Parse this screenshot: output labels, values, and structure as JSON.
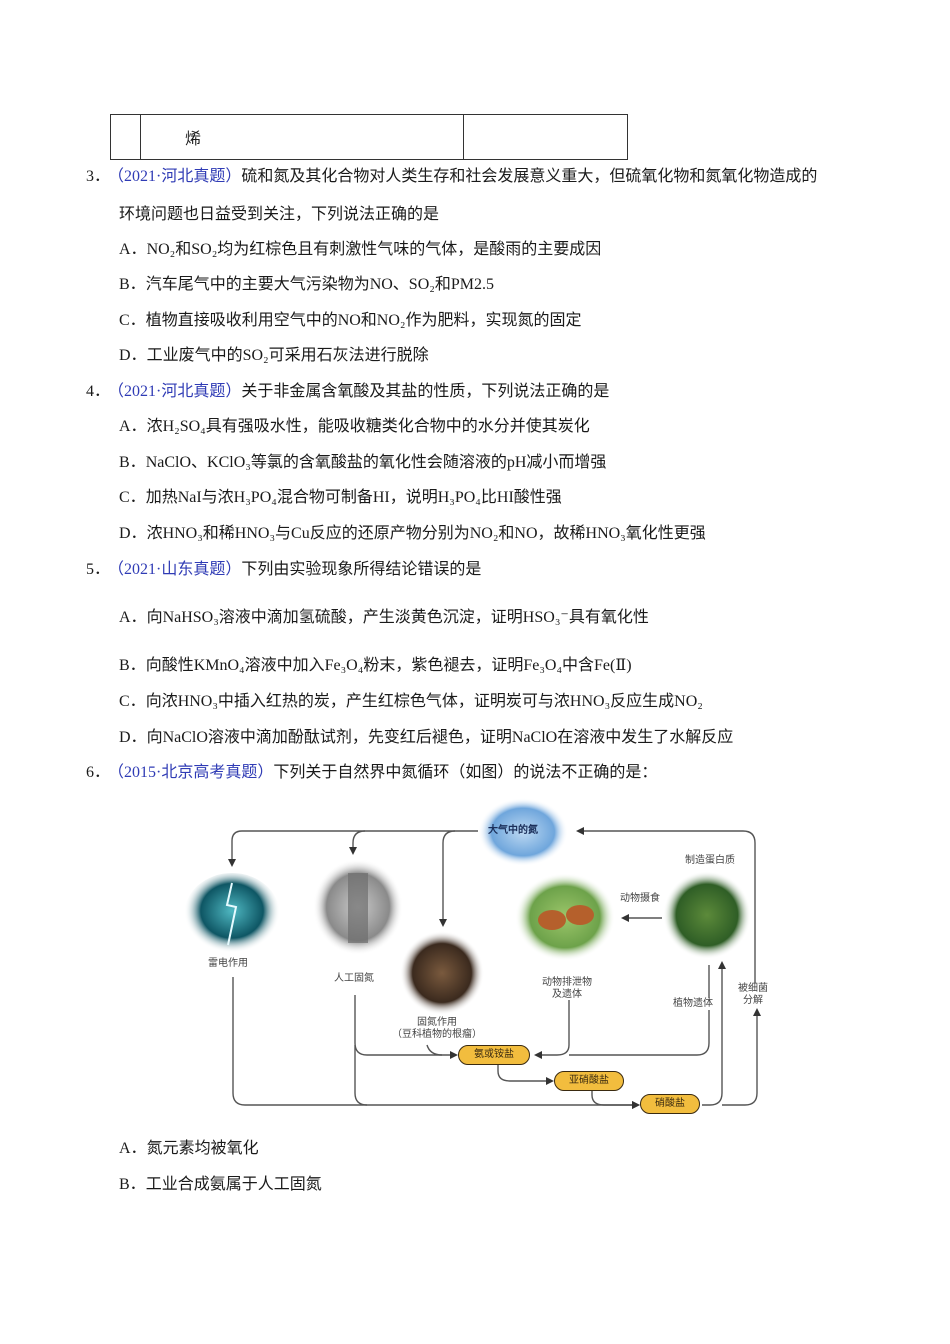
{
  "table_fragment": {
    "cells": [
      "",
      "烯",
      ""
    ]
  },
  "questions": [
    {
      "number": "3．",
      "source": "（2021·河北真题）",
      "stem_line1": "硫和氮及其化合物对人类生存和社会发展意义重大，但硫氧化物和氮氧化物造成的",
      "stem_line2": "环境问题也日益受到关注，下列说法正确的是",
      "options": [
        {
          "label": "A．",
          "text": "NO₂和SO₂均为红棕色且有刺激性气味的气体，是酸雨的主要成因"
        },
        {
          "label": "B．",
          "text": "汽车尾气中的主要大气污染物为NO、SO₂和PM2.5"
        },
        {
          "label": "C．",
          "text": "植物直接吸收利用空气中的NO和NO₂作为肥料，实现氮的固定"
        },
        {
          "label": "D．",
          "text": "工业废气中的SO₂可采用石灰法进行脱除"
        }
      ]
    },
    {
      "number": "4．",
      "source": "（2021·河北真题）",
      "stem_line1": "关于非金属含氧酸及其盐的性质，下列说法正确的是",
      "options": [
        {
          "label": "A．",
          "text": "浓H₂SO₄具有强吸水性，能吸收糖类化合物中的水分并使其炭化"
        },
        {
          "label": "B．",
          "text": "NaClO、KClO₃等氯的含氧酸盐的氧化性会随溶液的pH减小而增强"
        },
        {
          "label": "C．",
          "text": "加热NaI与浓H₃PO₄混合物可制备HI，说明H₃PO₄比HI酸性强"
        },
        {
          "label": "D．",
          "text": "浓HNO₃和稀HNO₃与Cu反应的还原产物分别为NO₂和NO，故稀HNO₃氧化性更强"
        }
      ]
    },
    {
      "number": "5．",
      "source": "（2021·山东真题）",
      "stem_line1": "下列由实验现象所得结论错误的是",
      "options": [
        {
          "label": "A．",
          "text": "向NaHSO₃溶液中滴加氢硫酸，产生淡黄色沉淀，证明HSO₃⁻具有氧化性"
        },
        {
          "label": "B．",
          "text": "向酸性KMnO₄溶液中加入Fe₃O₄粉末，紫色褪去，证明Fe₃O₄中含Fe(Ⅱ)"
        },
        {
          "label": "C．",
          "text": "向浓HNO₃中插入红热的炭，产生红棕色气体，证明炭可与浓HNO₃反应生成NO₂"
        },
        {
          "label": "D．",
          "text": "向NaClO溶液中滴加酚酞试剂，先变红后褪色，证明NaClO在溶液中发生了水解反应"
        }
      ]
    },
    {
      "number": "6．",
      "source": "（2015·北京高考真题）",
      "stem_line1": "下列关于自然界中氮循环（如图）的说法不正确的是：",
      "options": [
        {
          "label": "A．",
          "text": "氮元素均被氧化"
        },
        {
          "label": "B．",
          "text": "工业合成氨属于人工固氮"
        }
      ]
    }
  ],
  "diagram": {
    "nodes": {
      "atmosphere": "大气中的氮",
      "lightning": "雷电作用",
      "industrial": "人工固氮",
      "root_nodule_1": "固氮作用",
      "root_nodule_2": "（豆科植物的根瘤）",
      "animals_waste_1": "动物排泄物",
      "animals_waste_2": "及遗体",
      "plant_protein": "制造蛋白质",
      "animal_feeding": "动物摄食",
      "plant_remains": "植物遗体",
      "bacteria_1": "被细菌",
      "bacteria_2": "分解"
    },
    "pills": {
      "ammonia": "氨或铵盐",
      "nitrite": "亚硝酸盐",
      "nitrate": "硝酸盐"
    }
  },
  "colors": {
    "source_tag": "#2f3bb5",
    "pill_fill": "#f2bd3e",
    "line": "#555555"
  }
}
